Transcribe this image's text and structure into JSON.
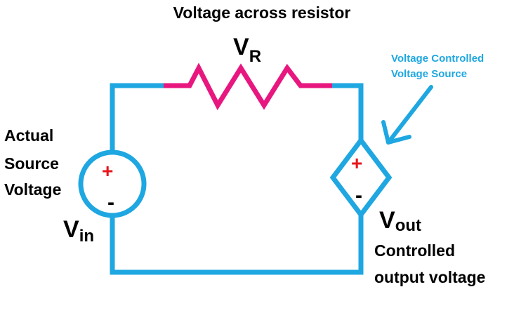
{
  "title": "Voltage across resistor",
  "resistor": {
    "symbol_main": "V",
    "symbol_sub": "R"
  },
  "source": {
    "caption_lines": [
      "Actual",
      "Source",
      "Voltage"
    ],
    "plus": "+",
    "minus": "-",
    "symbol_main": "V",
    "symbol_sub": "in"
  },
  "vcvs": {
    "pointer_lines": [
      "Voltage Controlled",
      "Voltage Source"
    ],
    "plus": "+",
    "minus": "-",
    "symbol_main": "V",
    "symbol_sub": "out",
    "caption_lines": [
      "Controlled",
      "output voltage"
    ]
  },
  "colors": {
    "wire": "#1EA7E1",
    "resistor": "#E8177F",
    "plus": "#E8161D",
    "annotation": "#1EA7E1",
    "text": "#000000"
  }
}
